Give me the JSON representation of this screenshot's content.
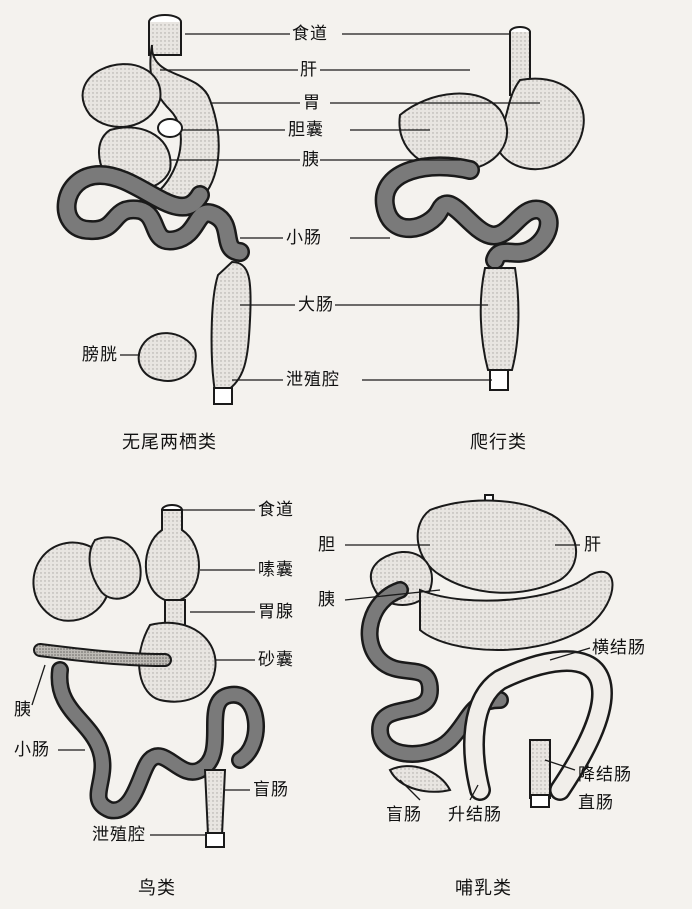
{
  "panels": {
    "amphibian": {
      "caption": "无尾两栖类",
      "labels": {
        "esophagus": "食道",
        "liver": "肝",
        "stomach": "胃",
        "gallbladder": "胆囊",
        "pancreas": "胰",
        "small_intestine": "小肠",
        "large_intestine": "大肠",
        "bladder": "膀胱",
        "cloaca": "泄殖腔"
      }
    },
    "reptile": {
      "caption": "爬行类"
    },
    "bird": {
      "caption": "鸟类",
      "labels": {
        "esophagus": "食道",
        "crop": "嗉囊",
        "proventriculus": "胃腺",
        "gizzard": "砂囊",
        "pancreas": "胰",
        "small_intestine": "小肠",
        "cecum": "盲肠",
        "cloaca": "泄殖腔"
      }
    },
    "mammal": {
      "caption": "哺乳类",
      "labels": {
        "gall": "胆",
        "liver": "肝",
        "pancreas": "胰",
        "transverse_colon": "横结肠",
        "descending_colon": "降结肠",
        "rectum": "直肠",
        "cecum": "盲肠",
        "ascending_colon": "升结肠"
      }
    }
  },
  "colors": {
    "outline": "#1a1a1a",
    "organ_fill": "#e6e3df",
    "intestine_dark": "#7a7a7a",
    "intestine_light": "#d4d1cc",
    "background": "#f4f2ee"
  }
}
